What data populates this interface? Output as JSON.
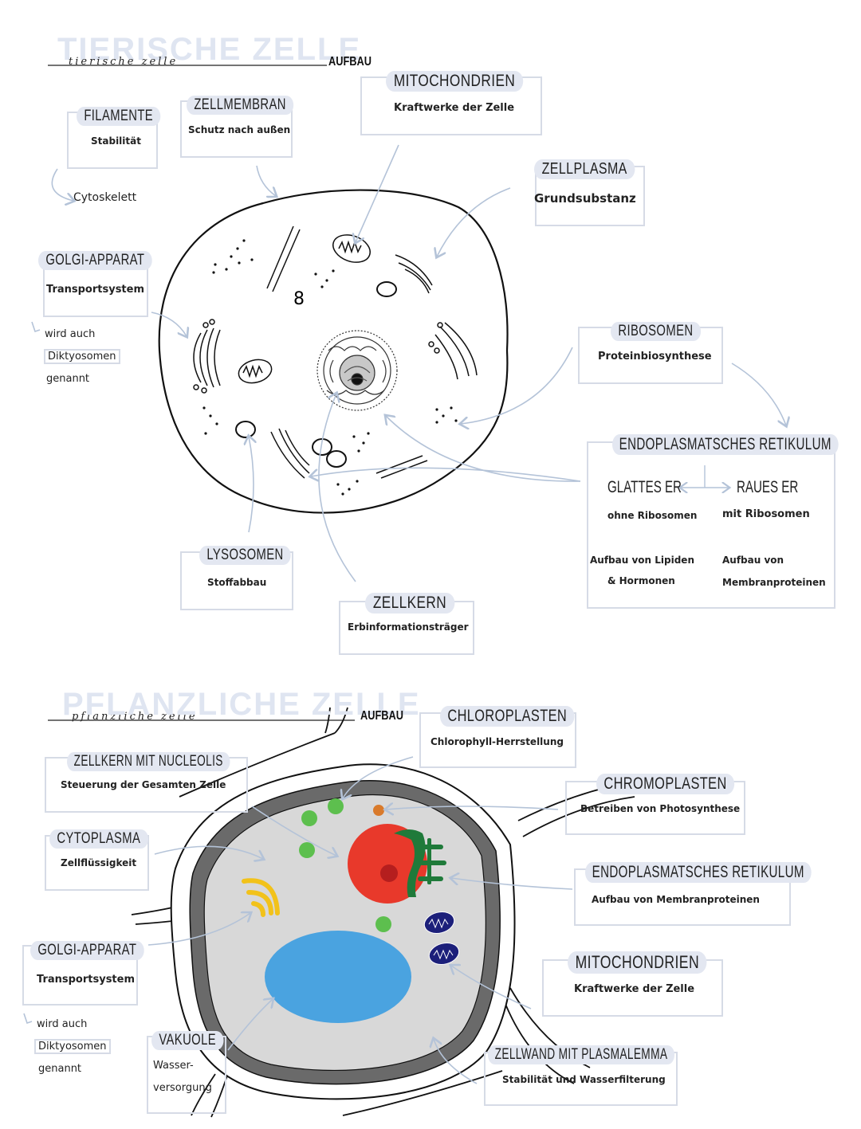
{
  "animal": {
    "title": "TIERISCHE ZELLE",
    "subtitle": "tierische zelle",
    "aufbau": "AUFBAU",
    "labels": {
      "filamente": {
        "name": "FILAMENTE",
        "desc": "Stabilität"
      },
      "cytoskelett": "Cytoskelett",
      "zellmembran": {
        "name": "ZELLMEMBRAN",
        "desc": "Schutz nach außen"
      },
      "mitochondrien": {
        "name": "MITOCHONDRIEN",
        "desc": "Kraftwerke der Zelle"
      },
      "zellplasma": {
        "name": "ZELLPLASMA",
        "desc": "Grundsubstanz"
      },
      "golgi": {
        "name": "GOLGI-APPARAT",
        "desc": "Transportsystem",
        "note1": "wird auch",
        "note2": "Diktyosomen",
        "note3": "genannt"
      },
      "ribosomen": {
        "name": "RIBOSOMEN",
        "desc": "Proteinbiosynthese"
      },
      "er": {
        "name": "ENDOPLASMATSCHES RETIKULUM",
        "glatt": "GLATTES ER",
        "rau": "RAUES ER",
        "glatt_desc": "ohne Ribosomen",
        "rau_desc": "mit Ribosomen",
        "glatt_func1": "Aufbau von Lipiden",
        "glatt_func2": "& Hormonen",
        "rau_func1": "Aufbau von",
        "rau_func2": "Membranproteinen"
      },
      "lysosomen": {
        "name": "LYSOSOMEN",
        "desc": "Stoffabbau"
      },
      "zellkern": {
        "name": "ZELLKERN",
        "desc": "Erbinformationsträger"
      }
    }
  },
  "plant": {
    "title": "PFLANZLICHE ZELLE",
    "subtitle": "pflanzliche zelle",
    "aufbau": "AUFBAU",
    "labels": {
      "chloroplasten": {
        "name": "CHLOROPLASTEN",
        "desc": "Chlorophyll-Herrstellung"
      },
      "zellkern": {
        "name": "ZELLKERN MIT NUCLEOLIS",
        "desc": "Steuerung der Gesamten Zelle"
      },
      "chromoplasten": {
        "name": "CHROMOPLASTEN",
        "desc": "Betreiben von Photosynthese"
      },
      "cytoplasma": {
        "name": "CYTOPLASMA",
        "desc": "Zellflüssigkeit"
      },
      "er": {
        "name": "ENDOPLASMATSCHES RETIKULUM",
        "desc": "Aufbau von Membranproteinen"
      },
      "golgi": {
        "name": "GOLGI-APPARAT",
        "desc": "Transportsystem",
        "note1": "wird auch",
        "note2": "Diktyosomen",
        "note3": "genannt"
      },
      "mitochondrien": {
        "name": "MITOCHONDRIEN",
        "desc": "Kraftwerke der Zelle"
      },
      "vakuole": {
        "name": "VAKUOLE",
        "desc1": "Wasser-",
        "desc2": "versorgung"
      },
      "zellwand": {
        "name": "ZELLWAND MIT PLASMALEMMA",
        "desc": "Stabilität und Wasserfilterung"
      }
    }
  },
  "colors": {
    "label_bg": "#e3e7f1",
    "box_border": "#d6dbe6",
    "arrow": "#b4c3d8",
    "nucleus": "#e8392b",
    "nucleolus": "#b51e1e",
    "chloroplast": "#5dbf4e",
    "chromoplast": "#d97a2b",
    "er_plant": "#1f7a3a",
    "golgi_plant": "#f2c21a",
    "mito_plant": "#1c1f7a",
    "vacuole": "#4aa3e0",
    "cytoplasm": "#d8d8d8",
    "wall": "#6a6a6a"
  }
}
